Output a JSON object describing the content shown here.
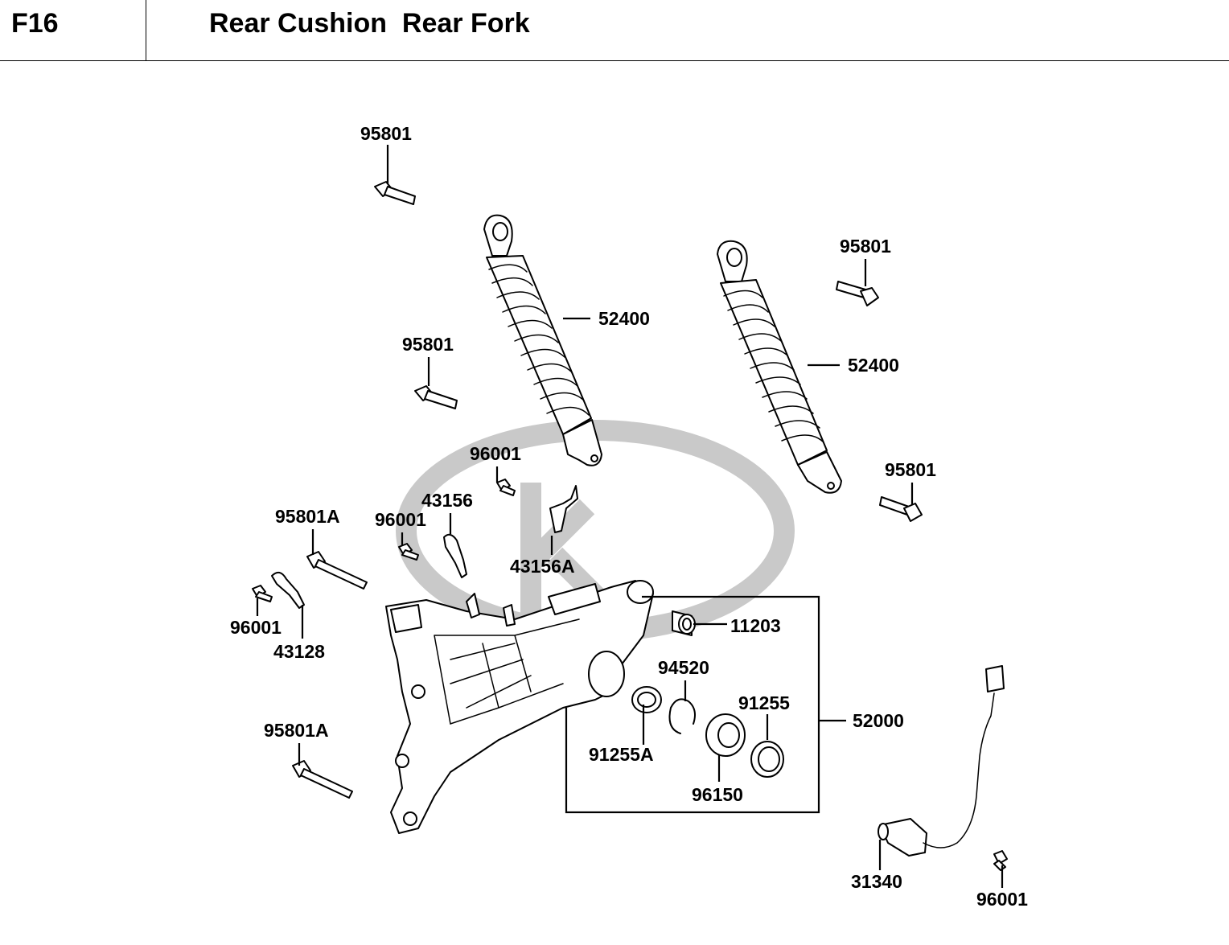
{
  "header": {
    "code": "F16",
    "title": "Rear Cushion  Rear Fork"
  },
  "callouts": {
    "bolt_top": "95801",
    "bolt_right_top": "95801",
    "bolt_mid": "95801",
    "bolt_right_low": "95801",
    "shock_left": "52400",
    "shock_right": "52400",
    "bolt_a_upper": "95801A",
    "bolt_a_lower": "95801A",
    "screw_upper": "96001",
    "screw_mid": "96001",
    "screw_left": "96001",
    "screw_sensor": "96001",
    "clamp_43156": "43156",
    "clamp_43156a": "43156A",
    "clamp_43128": "43128",
    "bushing": "11203",
    "circlip": "94520",
    "seal_91255": "91255",
    "seal_91255a": "91255A",
    "bearing": "96150",
    "rear_fork_assy": "52000",
    "speed_sensor": "31340"
  },
  "icons": [
    "watermark-logo",
    "shock-absorber",
    "bolt",
    "screw",
    "clamp",
    "rear-fork",
    "bushing",
    "circlip",
    "seal",
    "bearing",
    "speed-sensor"
  ]
}
